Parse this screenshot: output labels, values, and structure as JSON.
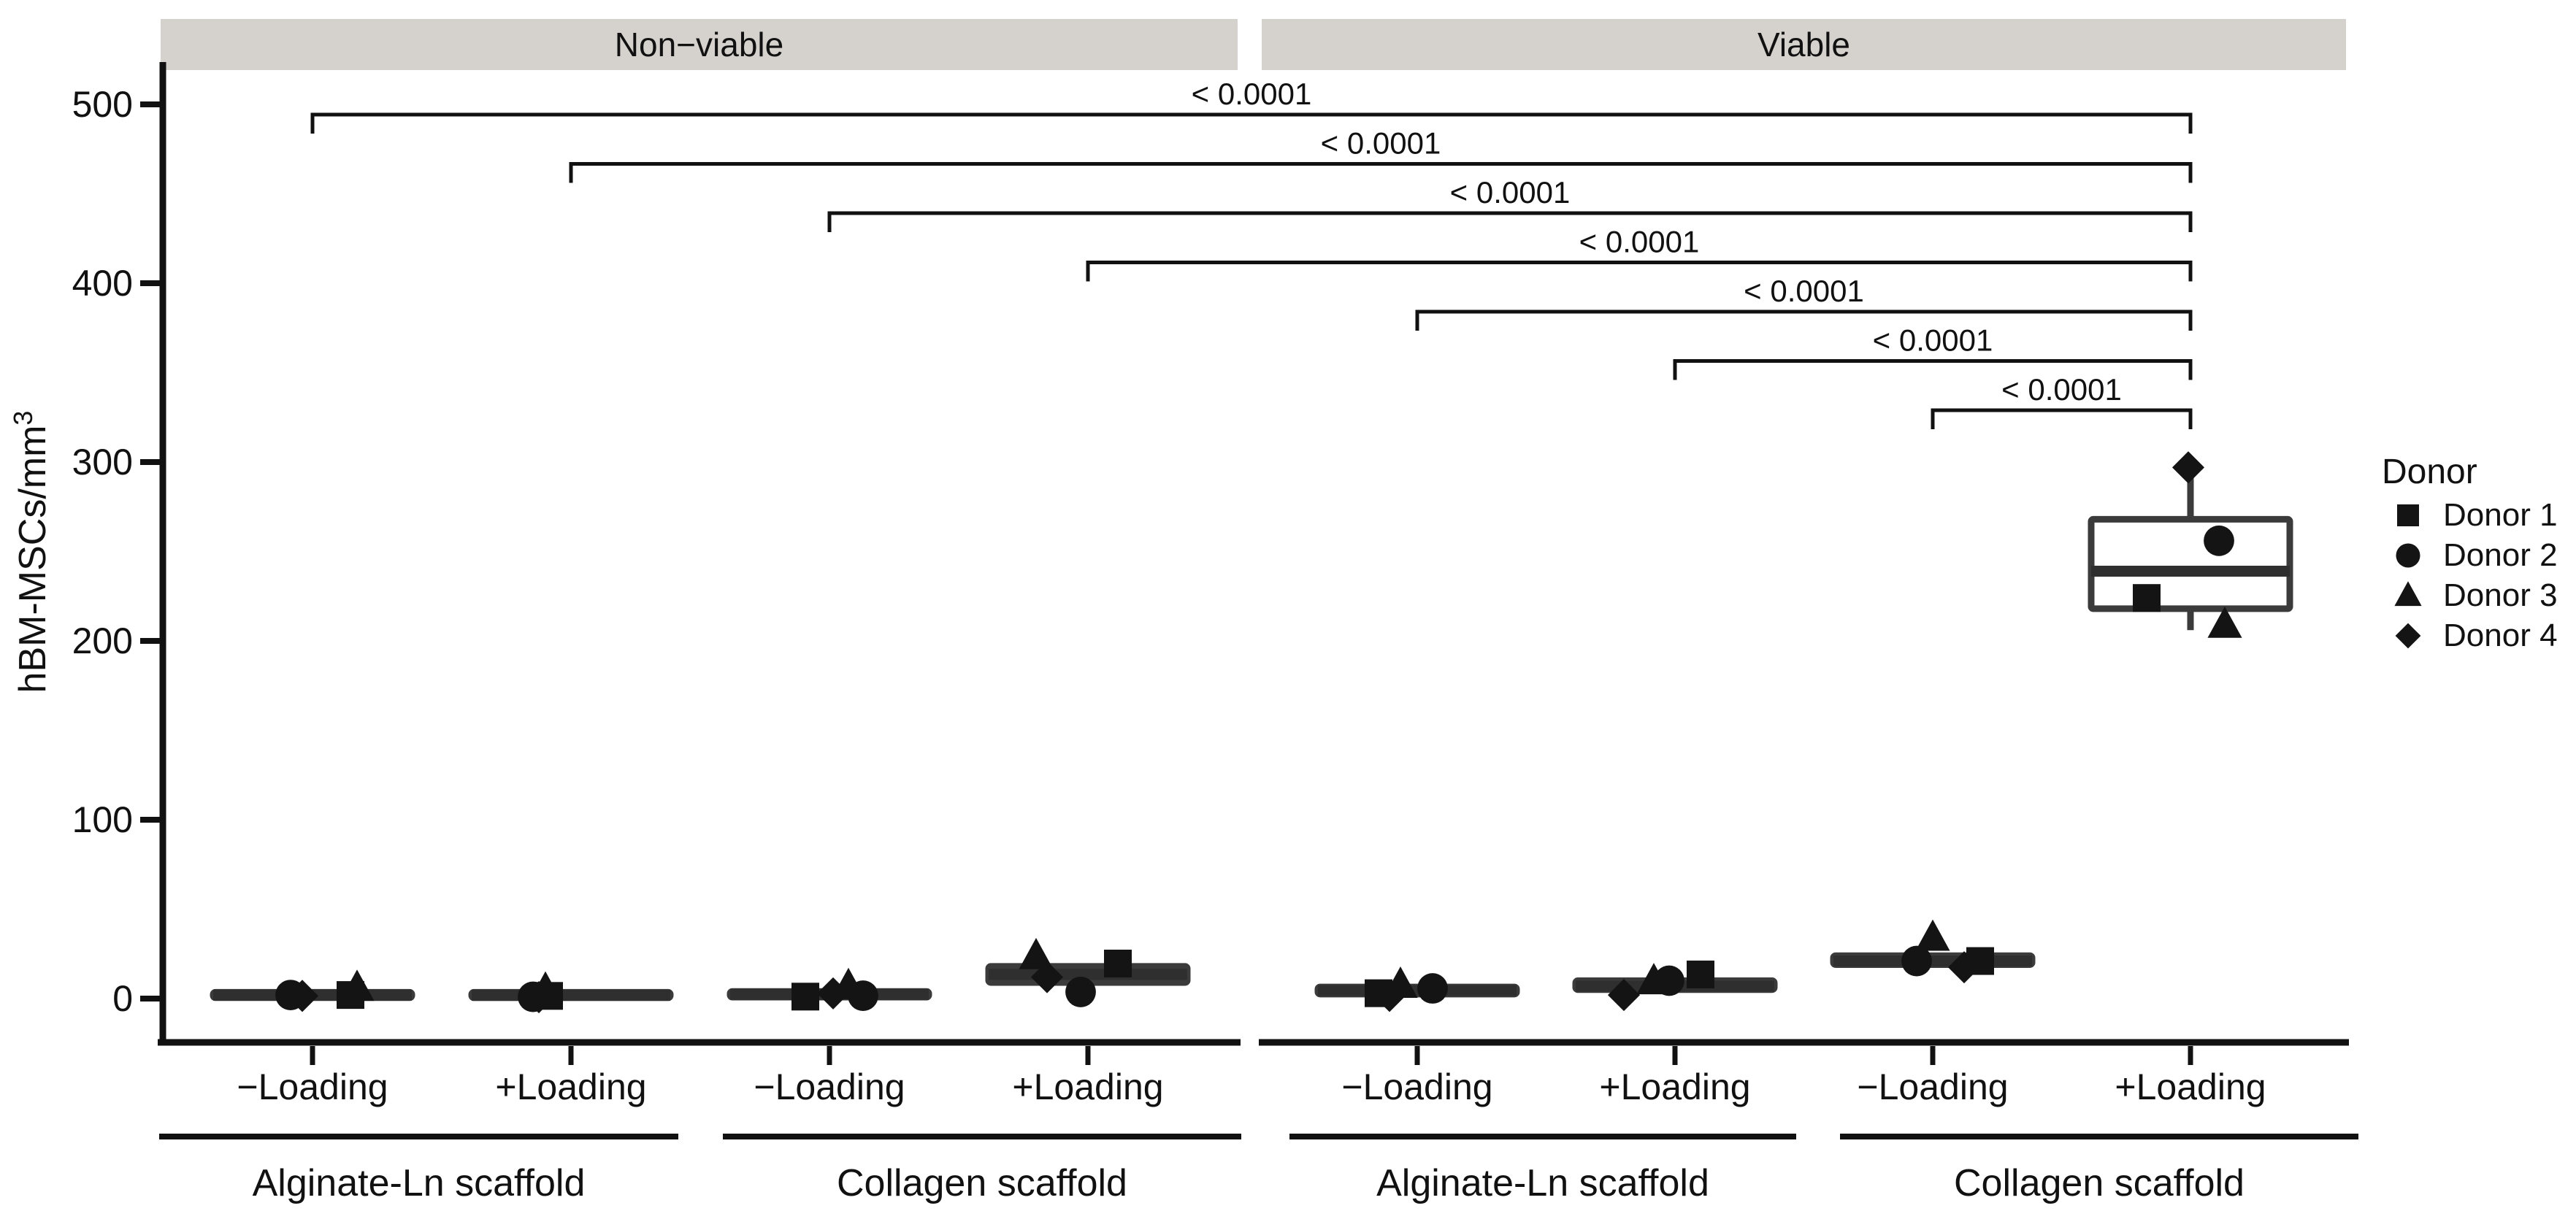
{
  "chart_data": {
    "type": "boxplot",
    "title": "",
    "ylabel_base": "hBM-MSCs/mm",
    "ylabel_sup": "3",
    "y_ticks": [
      0,
      100,
      200,
      300,
      400,
      500
    ],
    "ylim": [
      -25,
      505
    ],
    "grid": "off",
    "legend_position": "right",
    "x_tick_labels": [
      "−Loading",
      "+Loading"
    ],
    "panels": [
      {
        "label": "Non−viable",
        "scaffold_labels": [
          "Alginate-Ln scaffold",
          "Collagen scaffold"
        ],
        "groups": [
          {
            "scaffold": "Alginate-Ln scaffold",
            "loading": "−Loading",
            "box": {
              "whisker_low": 0.5,
              "q1": 0.5,
              "median": 2,
              "q3": 3.5,
              "whisker_high": 3.5
            },
            "points": [
              {
                "donor": "Donor 1",
                "value": 2,
                "jitter": 52
              },
              {
                "donor": "Donor 2",
                "value": 2,
                "jitter": -30
              },
              {
                "donor": "Donor 3",
                "value": 6,
                "jitter": 61
              },
              {
                "donor": "Donor 4",
                "value": 1.5,
                "jitter": -14
              }
            ]
          },
          {
            "scaffold": "Alginate-Ln scaffold",
            "loading": "+Loading",
            "box": {
              "whisker_low": 0.5,
              "q1": 0.5,
              "median": 1.8,
              "q3": 3.5,
              "whisker_high": 3.5
            },
            "points": [
              {
                "donor": "Donor 1",
                "value": 1.5,
                "jitter": -30
              },
              {
                "donor": "Donor 2",
                "value": 1,
                "jitter": -52
              },
              {
                "donor": "Donor 3",
                "value": 5,
                "jitter": -35
              },
              {
                "donor": "Donor 4",
                "value": 0.8,
                "jitter": -44
              }
            ]
          },
          {
            "scaffold": "Collagen scaffold",
            "loading": "−Loading",
            "box": {
              "whisker_low": 0.8,
              "q1": 0.8,
              "median": 2.4,
              "q3": 4,
              "whisker_high": 4
            },
            "points": [
              {
                "donor": "Donor 1",
                "value": 1.1,
                "jitter": -33
              },
              {
                "donor": "Donor 2",
                "value": 1.6,
                "jitter": 46
              },
              {
                "donor": "Donor 3",
                "value": 7,
                "jitter": 26
              },
              {
                "donor": "Donor 4",
                "value": 2.9,
                "jitter": 5
              }
            ]
          },
          {
            "scaffold": "Collagen scaffold",
            "loading": "+Loading",
            "box": {
              "whisker_low": 9,
              "q1": 9,
              "median": 13.5,
              "q3": 18,
              "whisker_high": 18
            },
            "points": [
              {
                "donor": "Donor 1",
                "value": 19.6,
                "jitter": 41
              },
              {
                "donor": "Donor 2",
                "value": 3.7,
                "jitter": -10
              },
              {
                "donor": "Donor 3",
                "value": 23.7,
                "jitter": -71
              },
              {
                "donor": "Donor 4",
                "value": 12,
                "jitter": -56
              }
            ]
          }
        ]
      },
      {
        "label": "Viable",
        "scaffold_labels": [
          "Alginate-Ln scaffold",
          "Collagen scaffold"
        ],
        "groups": [
          {
            "scaffold": "Alginate-Ln scaffold",
            "loading": "−Loading",
            "box": {
              "whisker_low": 2.5,
              "q1": 2.5,
              "median": 4.5,
              "q3": 6.5,
              "whisker_high": 6.5
            },
            "points": [
              {
                "donor": "Donor 1",
                "value": 3,
                "jitter": -53
              },
              {
                "donor": "Donor 2",
                "value": 5.7,
                "jitter": 21
              },
              {
                "donor": "Donor 3",
                "value": 7.7,
                "jitter": -23
              },
              {
                "donor": "Donor 4",
                "value": 1.5,
                "jitter": -38
              }
            ]
          },
          {
            "scaffold": "Alginate-Ln scaffold",
            "loading": "+Loading",
            "box": {
              "whisker_low": 5,
              "q1": 5,
              "median": 7,
              "q3": 10,
              "whisker_high": 10
            },
            "points": [
              {
                "donor": "Donor 1",
                "value": 13.5,
                "jitter": 35
              },
              {
                "donor": "Donor 2",
                "value": 10,
                "jitter": -8
              },
              {
                "donor": "Donor 3",
                "value": 9.7,
                "jitter": -29
              },
              {
                "donor": "Donor 4",
                "value": 2,
                "jitter": -70
              }
            ]
          },
          {
            "scaffold": "Collagen scaffold",
            "loading": "−Loading",
            "box": {
              "whisker_low": 19,
              "q1": 19,
              "median": 21,
              "q3": 24,
              "whisker_high": 24
            },
            "points": [
              {
                "donor": "Donor 1",
                "value": 21,
                "jitter": 65
              },
              {
                "donor": "Donor 2",
                "value": 21,
                "jitter": -22
              },
              {
                "donor": "Donor 3",
                "value": 34,
                "jitter": 0
              },
              {
                "donor": "Donor 4",
                "value": 17.5,
                "jitter": 43
              }
            ]
          },
          {
            "scaffold": "Collagen scaffold",
            "loading": "+Loading",
            "box": {
              "whisker_low": 206,
              "q1": 218,
              "median": 239,
              "q3": 268,
              "whisker_high": 297
            },
            "points": [
              {
                "donor": "Donor 1",
                "value": 224,
                "jitter": -60
              },
              {
                "donor": "Donor 2",
                "value": 256,
                "jitter": 39
              },
              {
                "donor": "Donor 3",
                "value": 209,
                "jitter": 47
              },
              {
                "donor": "Donor 4",
                "value": 297,
                "jitter": -3
              }
            ]
          }
        ]
      }
    ],
    "significance_brackets": [
      {
        "from_panel": 0,
        "from_group": 0,
        "to_panel": 1,
        "to_group": 3,
        "label": "< 0.0001"
      },
      {
        "from_panel": 0,
        "from_group": 1,
        "to_panel": 1,
        "to_group": 3,
        "label": "< 0.0001"
      },
      {
        "from_panel": 0,
        "from_group": 2,
        "to_panel": 1,
        "to_group": 3,
        "label": "< 0.0001"
      },
      {
        "from_panel": 0,
        "from_group": 3,
        "to_panel": 1,
        "to_group": 3,
        "label": "< 0.0001"
      },
      {
        "from_panel": 1,
        "from_group": 0,
        "to_panel": 1,
        "to_group": 3,
        "label": "< 0.0001"
      },
      {
        "from_panel": 1,
        "from_group": 1,
        "to_panel": 1,
        "to_group": 3,
        "label": "< 0.0001"
      },
      {
        "from_panel": 1,
        "from_group": 2,
        "to_panel": 1,
        "to_group": 3,
        "label": "< 0.0001"
      }
    ],
    "legend": {
      "title": "Donor",
      "items": [
        {
          "label": "Donor 1",
          "marker": "square"
        },
        {
          "label": "Donor 2",
          "marker": "circle"
        },
        {
          "label": "Donor 3",
          "marker": "triangle"
        },
        {
          "label": "Donor 4",
          "marker": "diamond"
        }
      ]
    },
    "colors": {
      "strip_bg": "#d5d1cd",
      "box_stroke": "#3b3b3b",
      "median": "#2f2f2f",
      "point": "#141414",
      "axis": "#111111",
      "text": "#111111",
      "bracket": "#111111",
      "background": "#ffffff"
    }
  }
}
